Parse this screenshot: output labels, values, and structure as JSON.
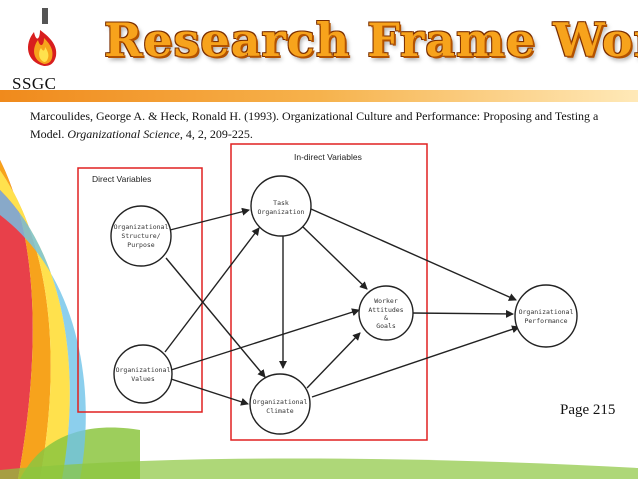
{
  "logo": {
    "label": "SSGC",
    "flame_colors": [
      "#d81e1e",
      "#f7a31c",
      "#ffe14d"
    ]
  },
  "title": "Research Frame Work",
  "citation": {
    "prefix": "Marcoulides, George A. & Heck, Ronald H. (1993). Organizational Culture and Performance: Proposing and Testing a Model. ",
    "journal": "Organizational Science",
    "suffix": ", 4, 2, 209-225."
  },
  "diagram": {
    "groups": {
      "direct": "Direct Variables",
      "indirect": "In-direct Variables"
    },
    "nodes": {
      "structure": [
        "Organizational",
        "Structure/",
        "Purpose"
      ],
      "values": [
        "Organizational",
        "Values"
      ],
      "task": [
        "Task",
        "Organization"
      ],
      "climate": [
        "Organizational",
        "Climate"
      ],
      "worker": [
        "Worker",
        "Attitudes",
        "&",
        "Goals"
      ],
      "performance": [
        "Organizational",
        "Performance"
      ]
    }
  },
  "page": "Page 215",
  "colors": {
    "accent": "#f7a31c",
    "box_border": "#e02020",
    "title_shadow": "#b35200"
  }
}
